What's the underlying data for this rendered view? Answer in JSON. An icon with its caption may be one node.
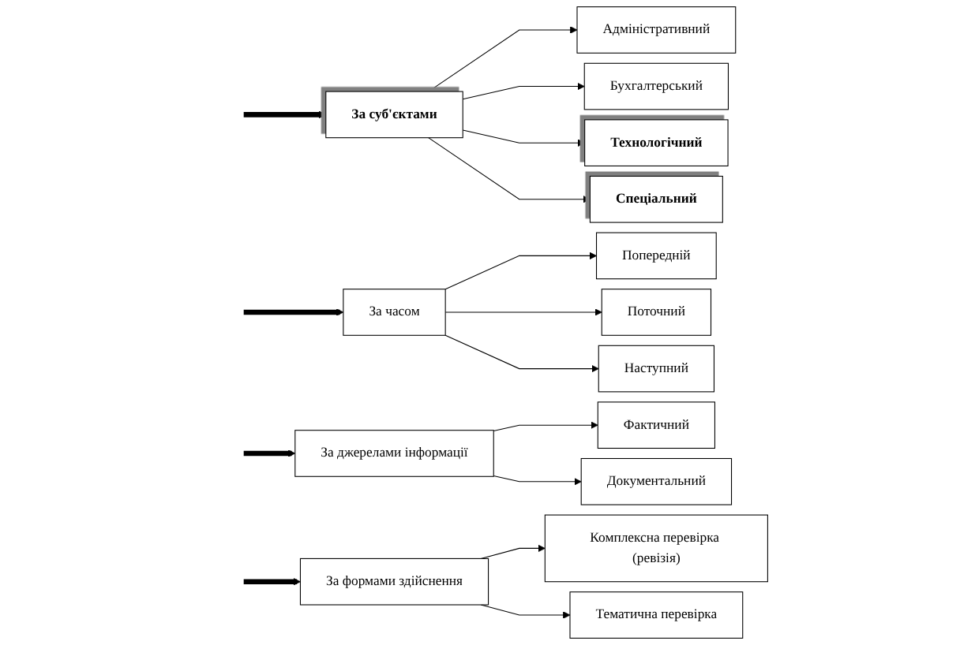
{
  "diagram": {
    "nodes": [
      {
        "text": [
          "За суб'єктами"
        ]
      },
      {
        "text": [
          "Адміністративний"
        ]
      },
      {
        "text": [
          "Бухгалтерський"
        ]
      },
      {
        "text": [
          "Технологічний"
        ]
      },
      {
        "text": [
          "Спеціальний"
        ]
      },
      {
        "text": [
          "За часом"
        ]
      },
      {
        "text": [
          "Попередній"
        ]
      },
      {
        "text": [
          "Поточний"
        ]
      },
      {
        "text": [
          "Наступний"
        ]
      },
      {
        "text": [
          "За джерелами інформації"
        ]
      },
      {
        "text": [
          "Фактичний"
        ]
      },
      {
        "text": [
          "Документальний"
        ]
      },
      {
        "text": [
          "За формами здійснення"
        ]
      },
      {
        "text": [
          "Комплексна перевірка (ревізія)"
        ]
      },
      {
        "text": [
          "Тематична перевірка"
        ]
      }
    ],
    "edges": [
      {
        "from": null,
        "to": 0,
        "arrow": "to",
        "style": "thick"
      },
      {
        "from": 0,
        "to": 1,
        "arrow": "to"
      },
      {
        "from": 0,
        "to": 2,
        "arrow": "to"
      },
      {
        "from": 0,
        "to": 3,
        "arrow": "to"
      },
      {
        "from": 0,
        "to": 4,
        "arrow": "to"
      },
      {
        "from": null,
        "to": 5,
        "arrow": "to",
        "style": "thick"
      },
      {
        "from": 5,
        "to": 6,
        "arrow": "to"
      },
      {
        "from": 5,
        "to": 7,
        "arrow": "to"
      },
      {
        "from": 5,
        "to": 8,
        "arrow": "to"
      },
      {
        "from": null,
        "to": 9,
        "arrow": "to",
        "style": "thick"
      },
      {
        "from": 9,
        "to": 10,
        "arrow": "to"
      },
      {
        "from": 9,
        "to": 11,
        "arrow": "to"
      },
      {
        "from": null,
        "to": 12,
        "arrow": "to",
        "style": "thick"
      },
      {
        "from": 12,
        "to": 13,
        "arrow": "to"
      },
      {
        "from": 12,
        "to": 14,
        "arrow": "to"
      }
    ]
  }
}
